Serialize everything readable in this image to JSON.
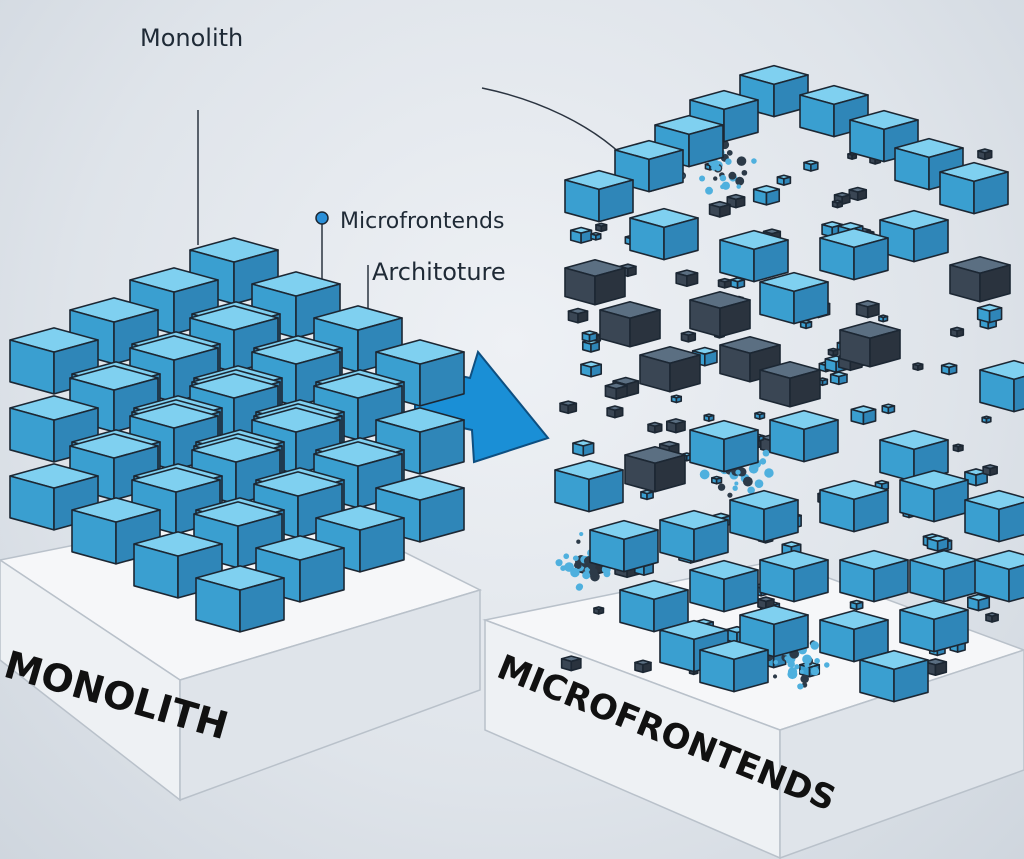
{
  "labels": {
    "top_caption": "Monolith",
    "callout_line1": "Microfrontends",
    "callout_line2": "Architoture",
    "monolith_plinth": "MONOLITH",
    "microfrontends_plinth": "MICROFRONTENDS"
  },
  "colors": {
    "cube_top": "#7fd0f0",
    "cube_left": "#3a9fd0",
    "cube_right": "#2f86b8",
    "dark_cube_top": "#5b6f82",
    "dark_cube_left": "#3a4654",
    "dark_cube_right": "#2a333e",
    "arrow": "#1a8fd6",
    "plinth_top": "#f6f7f9",
    "plinth_side": "#dde2e8",
    "outline": "#1c2733"
  },
  "icons": [
    "arrow-right-icon",
    "node-dot-icon"
  ]
}
